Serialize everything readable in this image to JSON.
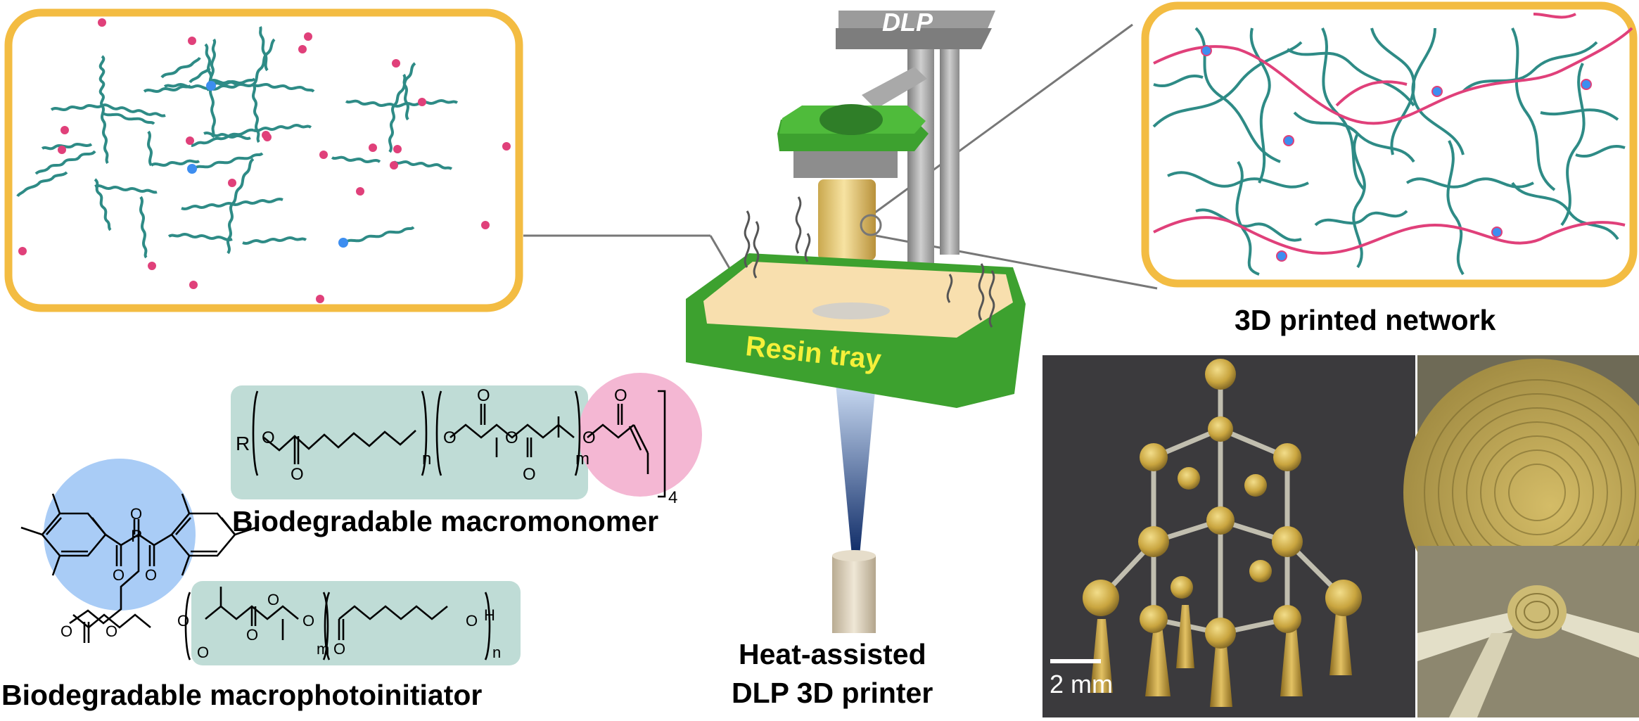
{
  "labels": {
    "printer_brand": "DLP",
    "resin_tray": "Resin tray",
    "network_caption": "3D printed network",
    "macromonomer_caption": "Biodegradable macromonomer",
    "photoinitiator_caption": "Biodegradable macrophotoinitiator",
    "printer_caption_line1": "Heat-assisted",
    "printer_caption_line2": "DLP 3D printer",
    "scale_bar": "2 mm"
  },
  "macromonomer_formula": {
    "r_group": "R",
    "sub_n": "n",
    "sub_m": "m",
    "sub_4": "4",
    "oxygen": "O"
  },
  "photoinitiator_formula": {
    "phosphorus": "P",
    "oxygen": "O",
    "hydrogen": "H",
    "sub_m": "m",
    "sub_n": "n"
  },
  "colors": {
    "frame_orange": "#F3BC42",
    "chain_teal": "#2E8B86",
    "crosslink_pink": "#E0407A",
    "end_blue": "#3D8EF0",
    "tray_green": "#3DA12F",
    "tray_label_yellow": "#F5F03A",
    "teal_highlight": "#BFDCD6",
    "pink_highlight": "#F4B7D3",
    "blue_highlight": "#A9CCF6",
    "photo_bg": "#3b3a3d",
    "resin_amber": "#D4B04A"
  }
}
